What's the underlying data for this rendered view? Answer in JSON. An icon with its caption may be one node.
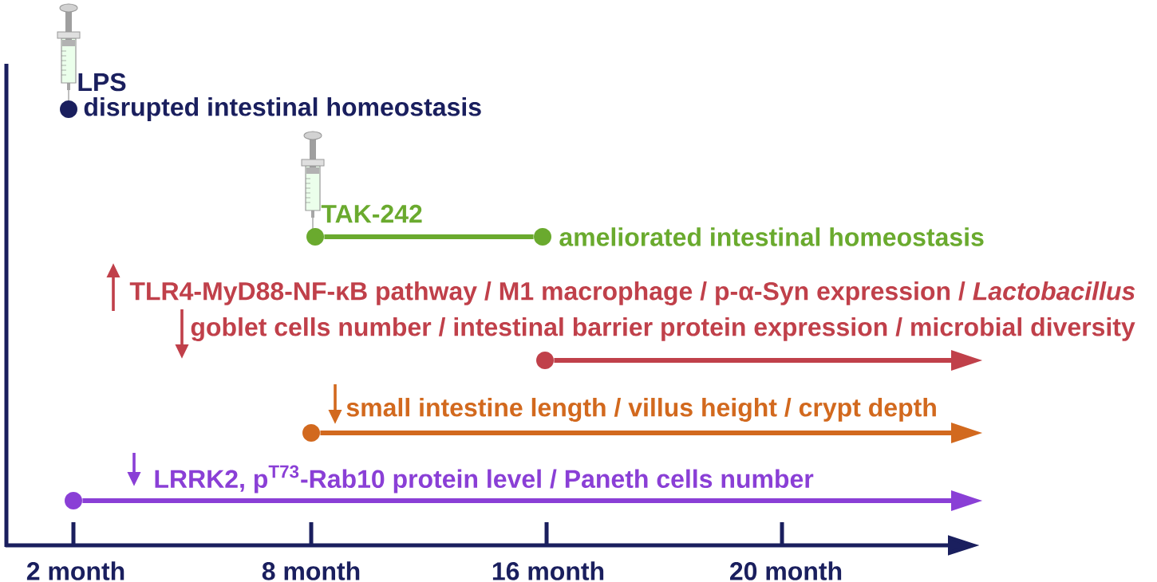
{
  "diagram": {
    "nodes": [
      {
        "text": [],
        "shape": "circle",
        "beside": [
          "LPS",
          "disrupted intestinal homeostasis"
        ]
      },
      {
        "text": [],
        "shape": "circle",
        "beside": [
          "TAK-242"
        ]
      },
      {
        "text": [],
        "shape": "circle",
        "beside": [
          "ameliorated intestinal homeostasis"
        ]
      },
      {
        "text": [],
        "shape": "circle",
        "beside": [
          "TLR4-MyD88-NF-κB pathway / M1 macrophage / p-α-Syn expression / *Lactobacillus*",
          "goblet cells number / intestinal barrier protein expression / microbial diversity"
        ]
      },
      {
        "text": [],
        "shape": "circle",
        "beside": [
          "small intestine length / villus height / crypt depth"
        ]
      },
      {
        "text": [],
        "shape": "circle"
      }
    ],
    "edges": [
      {
        "from": 1,
        "to": 2,
        "arrow": "none",
        "color": "#6aaa2e"
      },
      {
        "from": 3,
        "to": null,
        "arrow": "to",
        "color": "#c0404a"
      },
      {
        "from": 4,
        "to": null,
        "arrow": "to",
        "color": "#d2691e"
      },
      {
        "from": 5,
        "to": null,
        "arrow": "to",
        "color": "#8a3fd6"
      }
    ],
    "labels": [
      "LRRK2, p$^{T73}$-Rab10 protein level / Paneth cells number",
      "2 month",
      "8 month",
      "16 month",
      "20 month"
    ]
  }
}
